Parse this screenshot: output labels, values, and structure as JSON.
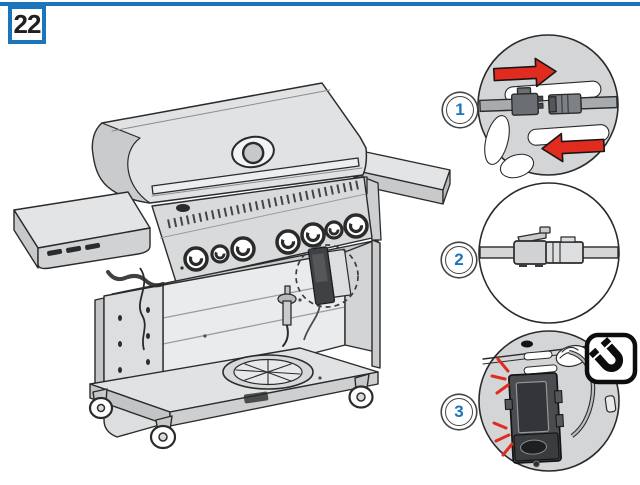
{
  "page": {
    "step_number": "22",
    "accent_color": "#1b75bc",
    "arrow_color": "#e02b1e",
    "line_color": "#2b2b2b",
    "callout_gray": "#d3d5d6"
  },
  "illustration": {
    "subject": "gas-grill-cart",
    "highlight": "battery-module-dashed-circle"
  },
  "callouts": [
    {
      "number": "1",
      "icons": [
        "push-arrow-right-icon",
        "push-arrow-left-icon"
      ]
    },
    {
      "number": "2",
      "icons": []
    },
    {
      "number": "3",
      "icons": [
        "magnet-icon",
        "snap-emphasis-marks"
      ]
    }
  ]
}
